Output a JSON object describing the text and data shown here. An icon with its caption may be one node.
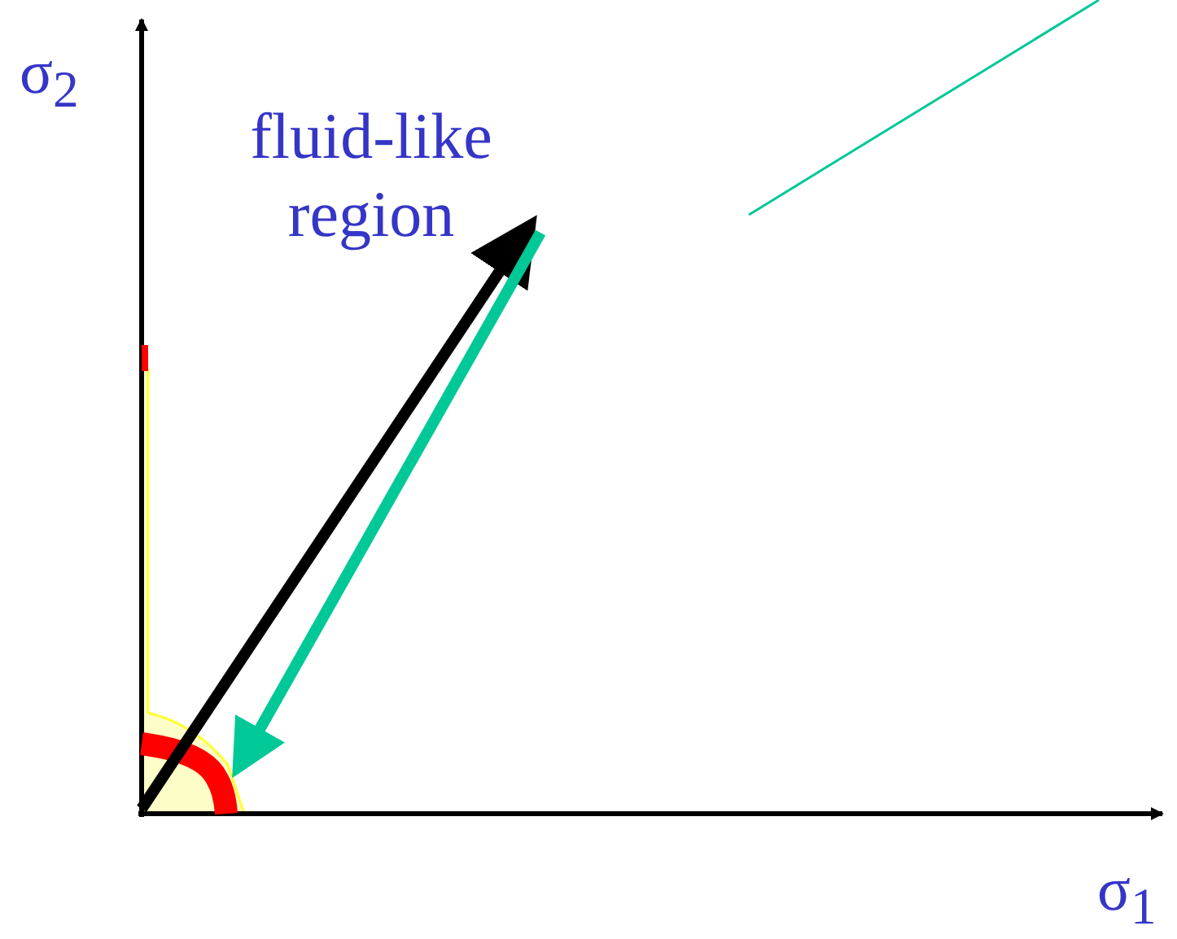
{
  "diagram": {
    "labels": [
      "σ$_{2}$",
      "fluid-like region",
      "σ$_{1}$"
    ]
  }
}
